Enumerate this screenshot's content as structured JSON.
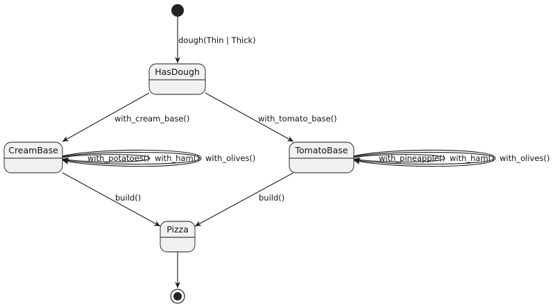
{
  "states": {
    "has_dough": "HasDough",
    "cream_base": "CreamBase",
    "tomato_base": "TomatoBase",
    "pizza": "Pizza"
  },
  "transitions": {
    "dough": "dough(Thin | Thick)",
    "with_cream_base": "with_cream_base()",
    "with_tomato_base": "with_tomato_base()",
    "cream_build": "build()",
    "tomato_build": "build()"
  },
  "self_loops": {
    "cream": [
      "with_potatoes()",
      "with_ham()",
      "with_olives()"
    ],
    "tomato": [
      "with_pineapple()",
      "with_ham()",
      "with_olives()"
    ]
  },
  "colors": {
    "state_fill": "#f1f1f1",
    "line": "#181818"
  }
}
